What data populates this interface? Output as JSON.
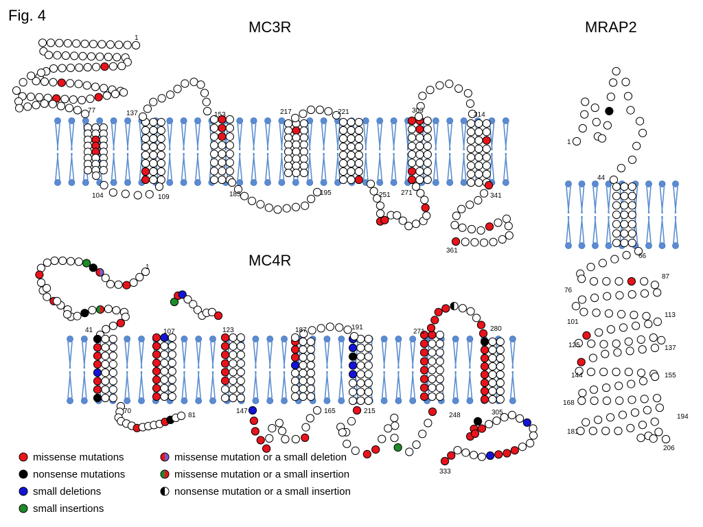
{
  "figure_label": "Fig. 4",
  "colors": {
    "missense": "#e8141c",
    "nonsense": "#000000",
    "deletion": "#1414d8",
    "insertion": "#1e8a2a",
    "deletion_alt": "#7a5cc8",
    "residue_fill": "#ffffff",
    "residue_stroke": "#000000",
    "membrane": "#5b8ed0",
    "membrane_head": "#5a8bd3"
  },
  "panels": {
    "mc3r": {
      "title": "MC3R",
      "residue_labels": [
        "1",
        "77",
        "137",
        "153",
        "217",
        "221",
        "303",
        "314",
        "104",
        "109",
        "185",
        "195",
        "251",
        "271",
        "341",
        "361"
      ],
      "features": {
        "nterm": [
          [
            "white",
            26
          ],
          [
            "red",
            1
          ],
          [
            "white",
            11
          ],
          [
            "red",
            1
          ],
          [
            "white",
            10
          ],
          [
            "red",
            1
          ],
          [
            "white",
            4
          ],
          [
            "red",
            1
          ],
          [
            "white",
            14
          ]
        ],
        "tm1": [
          [
            "white",
            10
          ],
          [
            "red",
            3
          ],
          [
            "white",
            11
          ]
        ],
        "tm2": [
          [
            "white",
            6
          ],
          [
            "red",
            2
          ],
          [
            "white",
            16
          ]
        ],
        "tm3": [
          [
            "white",
            8
          ],
          [
            "red",
            3
          ],
          [
            "white",
            13
          ]
        ],
        "tm4": [
          [
            "white",
            9
          ],
          [
            "red",
            1
          ],
          [
            "white",
            14
          ]
        ],
        "tm5": [
          [
            "white",
            23
          ],
          [
            "red",
            1
          ]
        ],
        "tm6": [
          [
            "red",
            1
          ],
          [
            "white",
            5
          ],
          [
            "red",
            4
          ],
          [
            "white",
            14
          ]
        ],
        "tm7": [
          [
            "white",
            18
          ],
          [
            "red",
            1
          ],
          [
            "white",
            5
          ]
        ],
        "icl3": [
          [
            "white",
            5
          ],
          [
            "red",
            2
          ],
          [
            "white",
            7
          ],
          [
            "red",
            1
          ],
          [
            "white",
            3
          ]
        ],
        "cterm": [
          [
            "red",
            1
          ],
          [
            "white",
            9
          ],
          [
            "red",
            1
          ],
          [
            "white",
            9
          ],
          [
            "red",
            1
          ]
        ]
      }
    },
    "mc4r": {
      "title": "MC4R",
      "residue_labels": [
        "1",
        "41",
        "107",
        "123",
        "187",
        "191",
        "271",
        "280",
        "70",
        "81",
        "147",
        "165",
        "215",
        "248",
        "305",
        "333"
      ],
      "features": {
        "nterm": [
          [
            "white",
            3
          ],
          [
            "red",
            1
          ],
          [
            "white",
            3
          ],
          [
            "missdel",
            1
          ],
          [
            "black",
            1
          ],
          [
            "green",
            1
          ],
          [
            "white",
            6
          ],
          [
            "red",
            1
          ],
          [
            "white",
            3
          ],
          [
            "red",
            1
          ],
          [
            "white",
            4
          ],
          [
            "black",
            1
          ],
          [
            "white",
            1
          ],
          [
            "missins",
            1
          ],
          [
            "white",
            4
          ],
          [
            "red",
            1
          ],
          [
            "white",
            2
          ]
        ],
        "tm1": [
          [
            "black",
            1
          ],
          [
            "red",
            3
          ],
          [
            "blue",
            1
          ],
          [
            "red",
            2
          ],
          [
            "black",
            1
          ],
          [
            "white",
            16
          ]
        ],
        "tm2": [
          [
            "red",
            8
          ],
          [
            "blue",
            1
          ],
          [
            "white",
            15
          ]
        ],
        "tm3": [
          [
            "red",
            6
          ],
          [
            "white",
            18
          ]
        ],
        "tm4": [
          [
            "red",
            3
          ],
          [
            "blue",
            1
          ],
          [
            "white",
            20
          ]
        ],
        "tm5": [
          [
            "blue",
            2
          ],
          [
            "black",
            1
          ],
          [
            "blue",
            2
          ],
          [
            "white",
            19
          ]
        ],
        "tm6": [
          [
            "red",
            9
          ],
          [
            "white",
            15
          ]
        ],
        "tm7": [
          [
            "black",
            1
          ],
          [
            "red",
            7
          ],
          [
            "white",
            16
          ]
        ],
        "ecl1": [
          [
            "green",
            1
          ],
          [
            "red",
            1
          ],
          [
            "blue",
            1
          ],
          [
            "white",
            6
          ],
          [
            "red",
            1
          ]
        ],
        "icl1": [
          [
            "white",
            6
          ],
          [
            "red",
            1
          ],
          [
            "white",
            4
          ],
          [
            "red",
            1
          ],
          [
            "black",
            1
          ],
          [
            "white",
            2
          ]
        ],
        "icl2": [
          [
            "blue",
            1
          ],
          [
            "red",
            4
          ],
          [
            "white",
            6
          ],
          [
            "red",
            1
          ],
          [
            "white",
            3
          ]
        ],
        "icl3": [
          [
            "red",
            1
          ],
          [
            "white",
            6
          ],
          [
            "red",
            2
          ],
          [
            "white",
            5
          ],
          [
            "green",
            1
          ],
          [
            "white",
            4
          ],
          [
            "red",
            1
          ]
        ],
        "ecl3": [
          [
            "red",
            4
          ],
          [
            "nonins",
            1
          ],
          [
            "white",
            3
          ],
          [
            "red",
            2
          ]
        ],
        "cterm": [
          [
            "black",
            1
          ],
          [
            "red",
            4
          ],
          [
            "white",
            5
          ],
          [
            "blue",
            1
          ],
          [
            "white",
            4
          ],
          [
            "red",
            3
          ],
          [
            "blue",
            1
          ],
          [
            "white",
            4
          ],
          [
            "red",
            2
          ]
        ]
      }
    },
    "mrap2": {
      "title": "MRAP2",
      "residue_labels": [
        "1",
        "44",
        "66",
        "87",
        "76",
        "113",
        "101",
        "125",
        "137",
        "144",
        "155",
        "168",
        "194",
        "181",
        "206"
      ],
      "features": {
        "nterm": [
          [
            "white",
            9
          ],
          [
            "black",
            1
          ],
          [
            "white",
            12
          ]
        ],
        "tm": [
          [
            "white",
            20
          ]
        ],
        "cterm": [
          [
            "white",
            10
          ],
          [
            "red",
            1
          ],
          [
            "white",
            22
          ],
          [
            "red",
            1
          ],
          [
            "white",
            14
          ],
          [
            "red",
            1
          ],
          [
            "white",
            40
          ]
        ]
      }
    }
  },
  "legend": [
    {
      "label": "missense mutations",
      "type": "missense"
    },
    {
      "label": "nonsense mutations",
      "type": "nonsense"
    },
    {
      "label": "small deletions",
      "type": "deletion"
    },
    {
      "label": "small insertions",
      "type": "insertion"
    },
    {
      "label": "missense mutation or a small deletion",
      "type": "missdel"
    },
    {
      "label": "missense mutation or a small insertion",
      "type": "missins"
    },
    {
      "label": "nonsense mutation or a small insertion",
      "type": "nonins"
    }
  ]
}
